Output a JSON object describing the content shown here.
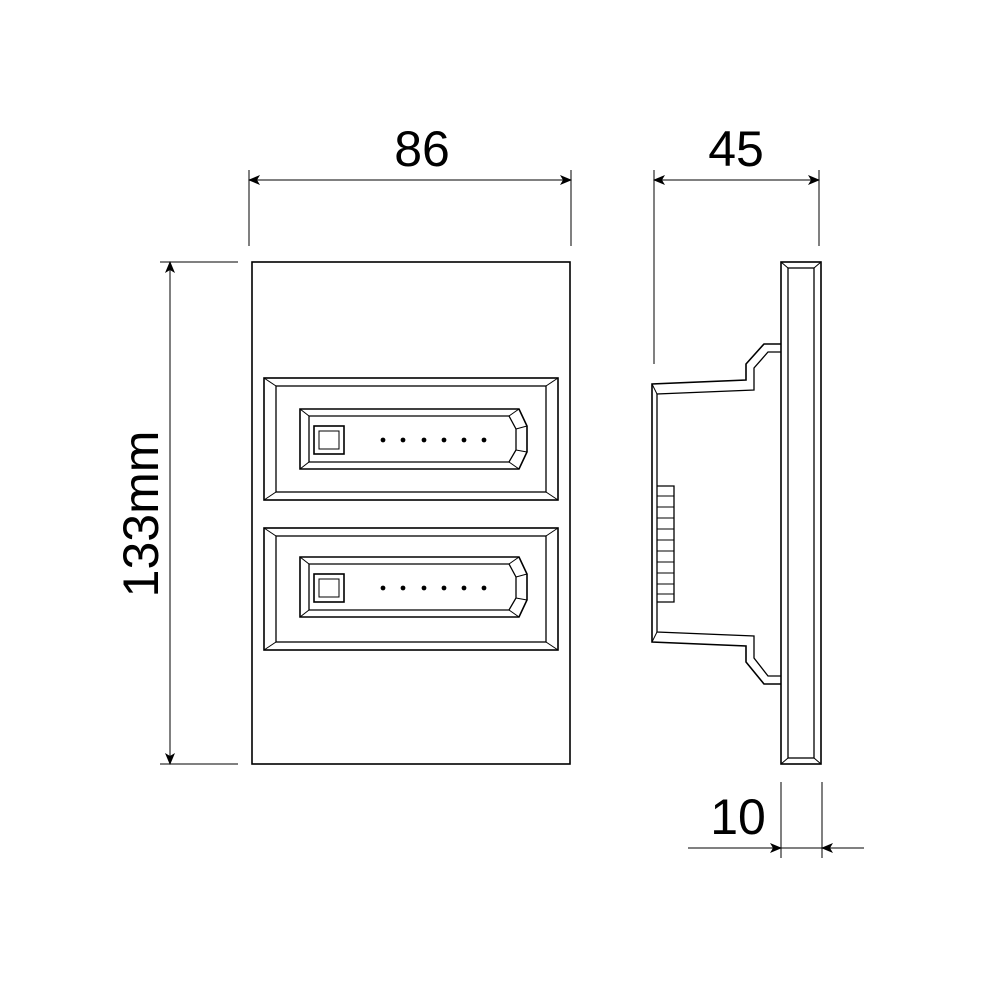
{
  "dimensions": {
    "width": "86",
    "depth": "45",
    "height": "133mm",
    "plate_thickness": "10"
  },
  "colors": {
    "line": "#000000",
    "background": "#ffffff"
  },
  "icons": {
    "arrowhead": "arrowhead-icon"
  }
}
